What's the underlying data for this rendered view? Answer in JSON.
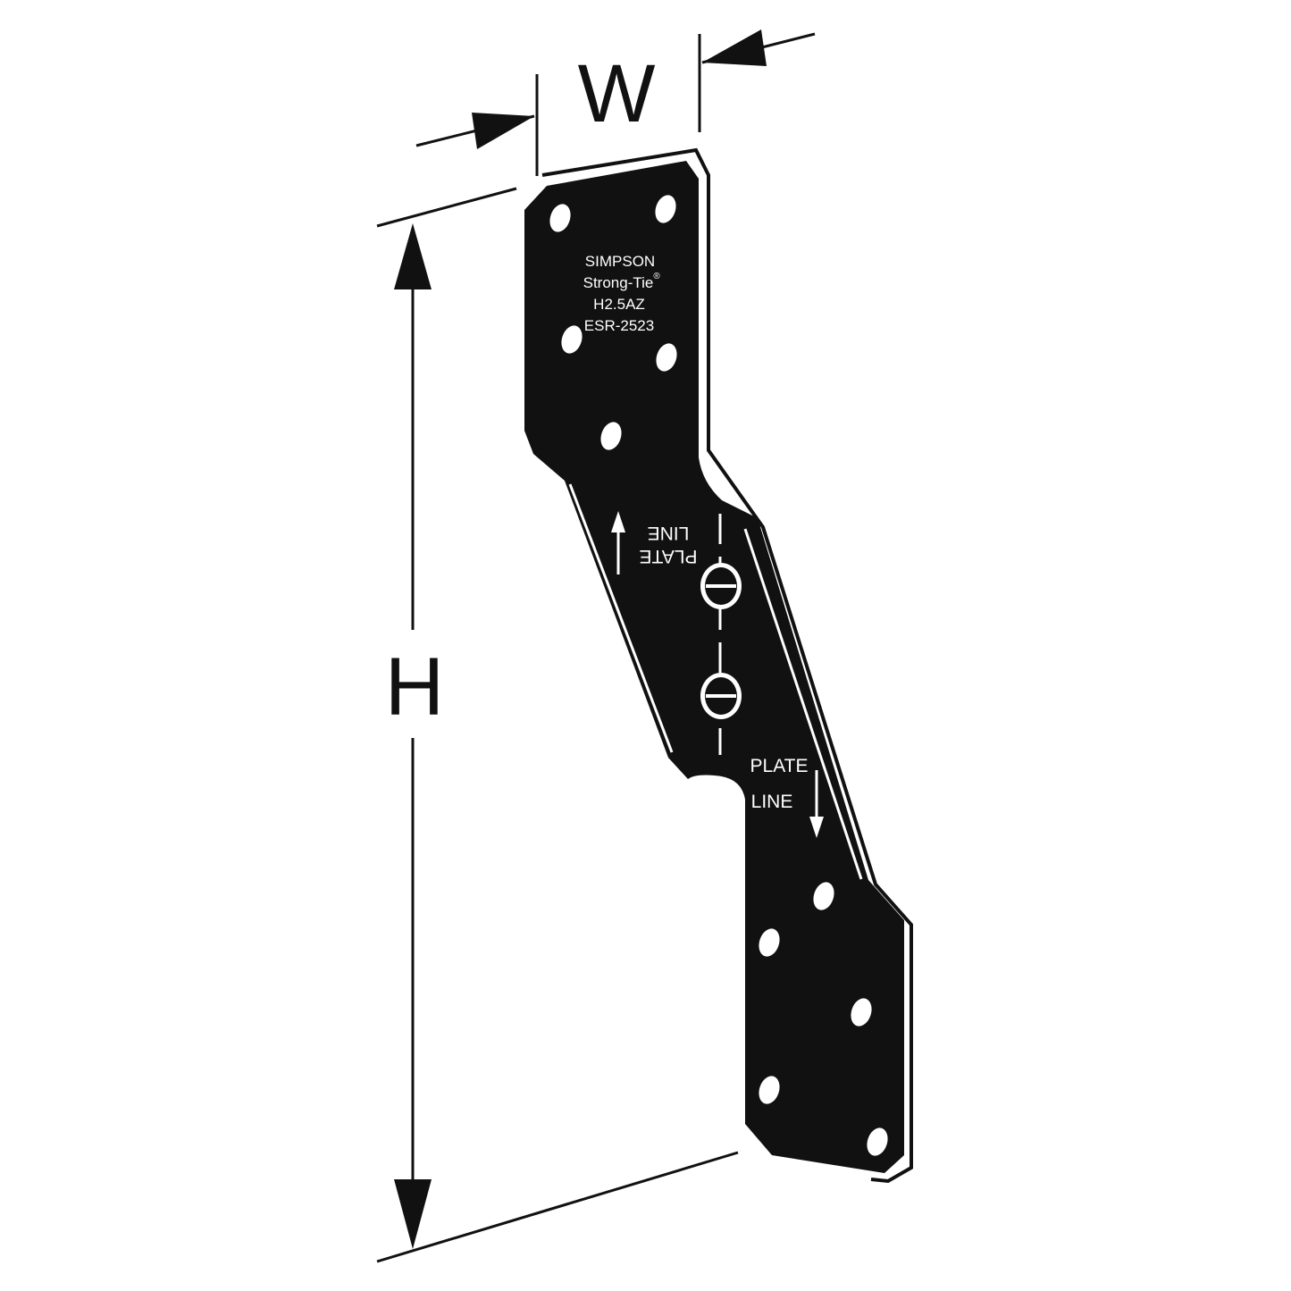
{
  "diagram": {
    "dimension_labels": {
      "width": "W",
      "height": "H"
    },
    "stamp_lines": [
      "SIMPSON",
      "Strong-Tie",
      "H2.5AZ",
      "ESR-2523"
    ],
    "registered_mark": "®",
    "plate_line_upper": [
      "PLATE",
      "LINE"
    ],
    "plate_line_lower": [
      "PLATE",
      "LINE"
    ],
    "colors": {
      "part": "#111111",
      "ink": "#111111",
      "holes": "#ffffff",
      "background": "#ffffff"
    }
  }
}
